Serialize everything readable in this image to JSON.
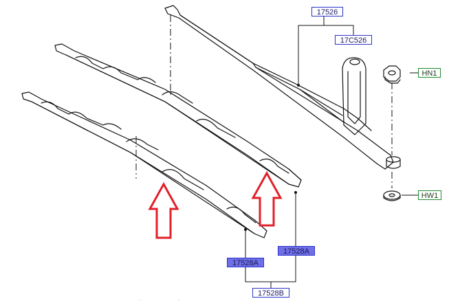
{
  "labels": {
    "arm": "17526",
    "arm_cap": "17C526",
    "nut": "HN1",
    "washer": "HW1",
    "blade_a": "17528A",
    "blade_a_alt": "17528A",
    "blade_b": "17528B"
  },
  "colors": {
    "part_label_border": "#2a33c8",
    "part_label_fill": "#6f6fe8",
    "hardware_label_border": "#1d8a2a",
    "highlight_arrow": "#e0202a",
    "line_art": "#111111"
  },
  "icons": {
    "highlight_arrows": "up-arrow-outline-icon"
  }
}
